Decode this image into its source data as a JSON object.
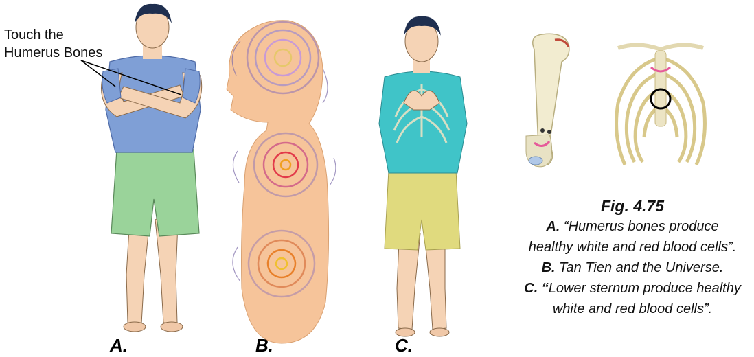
{
  "callout": {
    "line1": "Touch the",
    "line2": "Humerus Bones"
  },
  "panel_labels": {
    "a": "A.",
    "b": "B.",
    "c": "C."
  },
  "caption": {
    "figure": "Fig. 4.75",
    "line_a_label": "A.",
    "line_a_text1": " “Humerus bones produce",
    "line_a_text2": "healthy white and red blood cells”.",
    "line_b_label": "B.",
    "line_b_text": " Tan Tien and the Universe.",
    "line_c_label": "C. “",
    "line_c_text1": "Lower sternum produce healthy",
    "line_c_text2": "white and red blood cells”."
  }
}
